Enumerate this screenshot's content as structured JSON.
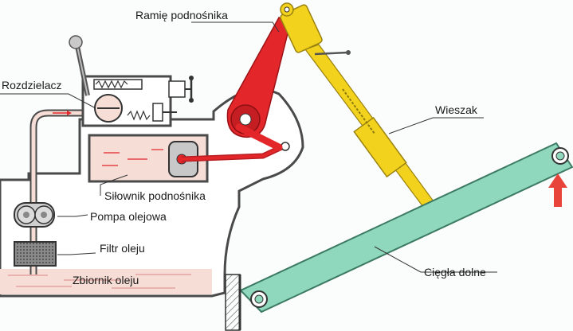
{
  "labels": {
    "ramie": "Ramię podnośnika",
    "rozdzielacz": "Rozdzielacz",
    "wieszak": "Wieszak",
    "silownik": "Siłownik podnośnika",
    "pompa": "Pompa olejowa",
    "filtr": "Filtr oleju",
    "zbiornik": "Zbiornik oleju",
    "ciegla": "Cięgła dolne"
  },
  "colors": {
    "housing_fill": "#ffffff",
    "housing_stroke": "#4a4a4a",
    "oil": "#f6ddd6",
    "lift_arm": "#e3262a",
    "top_link": "#f2d21c",
    "lower_link": "#8fd8be",
    "arrow": "#e8443a"
  }
}
